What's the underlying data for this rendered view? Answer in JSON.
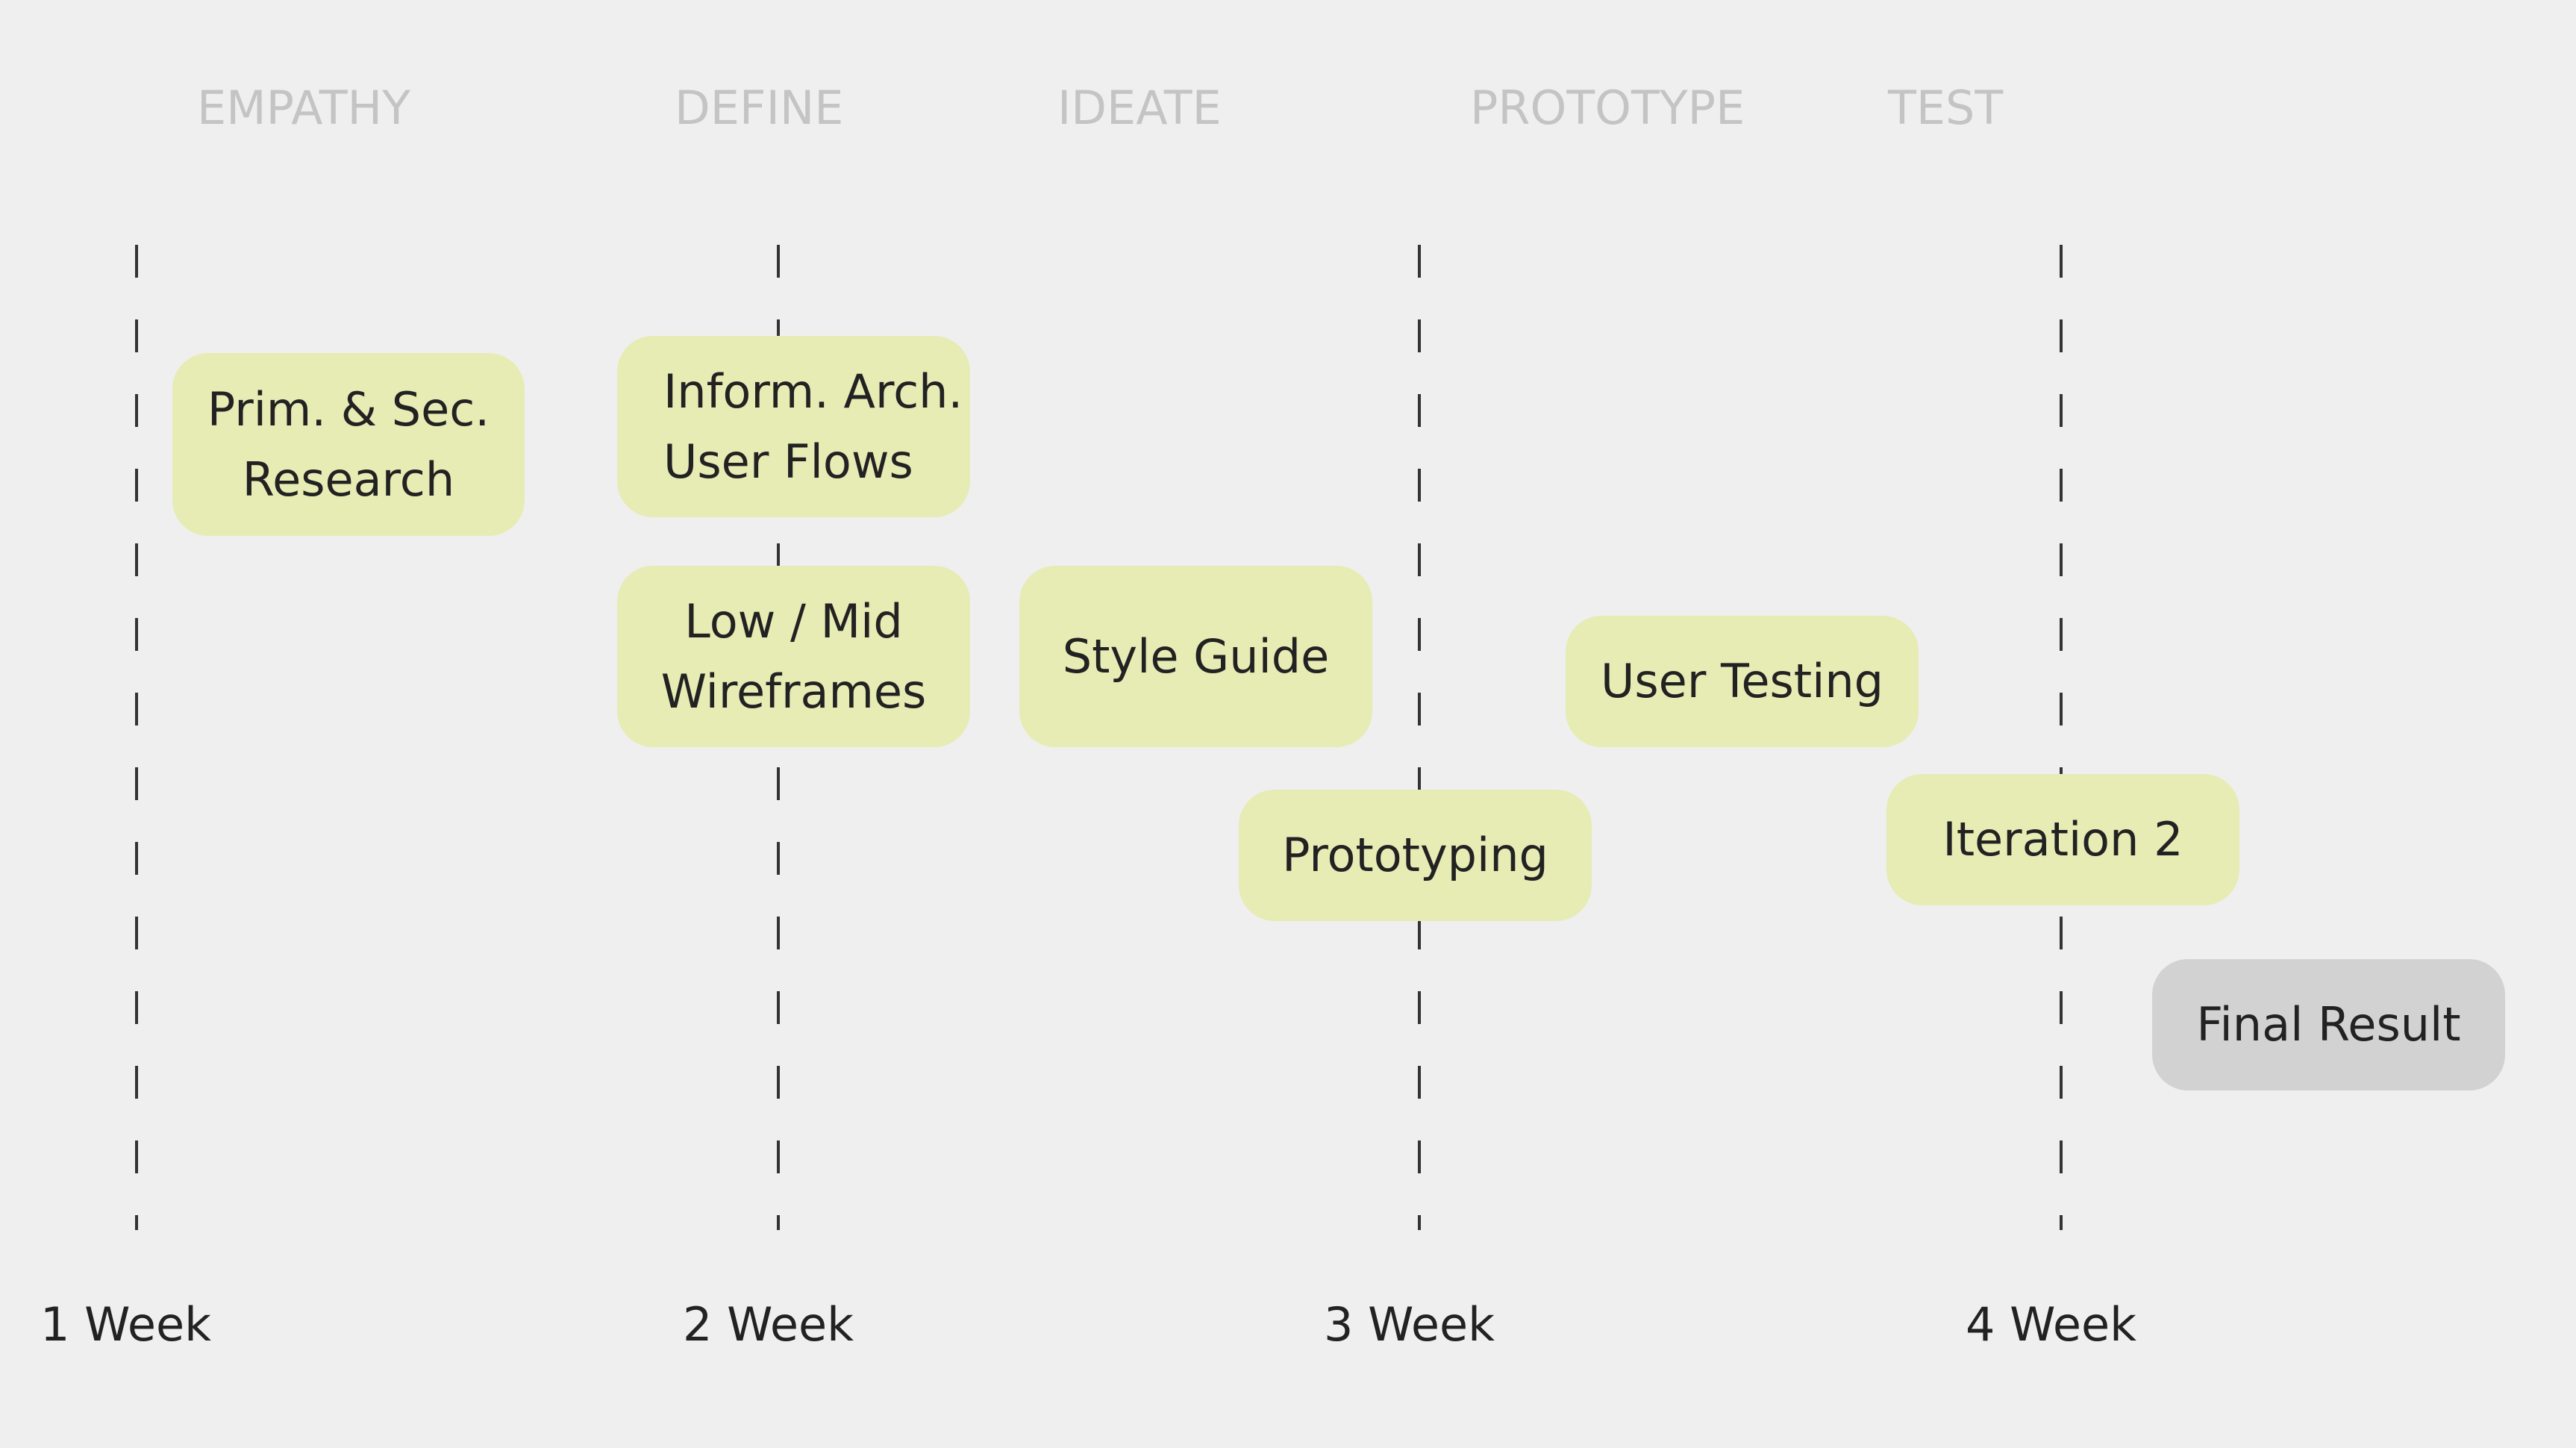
{
  "phases": [
    "EMPATHY",
    "DEFINE",
    "IDEATE",
    "PROTOTYPE",
    "TEST"
  ],
  "weeks": [
    "1 Week",
    "2 Week",
    "3 Week",
    "4 Week"
  ],
  "cards": {
    "research": {
      "line1": "Prim. & Sec.",
      "line2": "Research"
    },
    "info_arch": {
      "line1": "Inform. Arch.",
      "line2": "User Flows"
    },
    "wireframes": {
      "line1": "Low / Mid",
      "line2": "Wireframes"
    },
    "style_guide": "Style Guide",
    "prototyping": "Prototyping",
    "user_testing": "User Testing",
    "iteration": "Iteration 2",
    "final": "Final Result"
  },
  "colors": {
    "background": "#efefef",
    "task_card": "#e7ecb5",
    "final_card": "#d2d2d2",
    "phase_label": "#c4c4c4",
    "text": "#222222",
    "dashed_line": "#333333"
  }
}
